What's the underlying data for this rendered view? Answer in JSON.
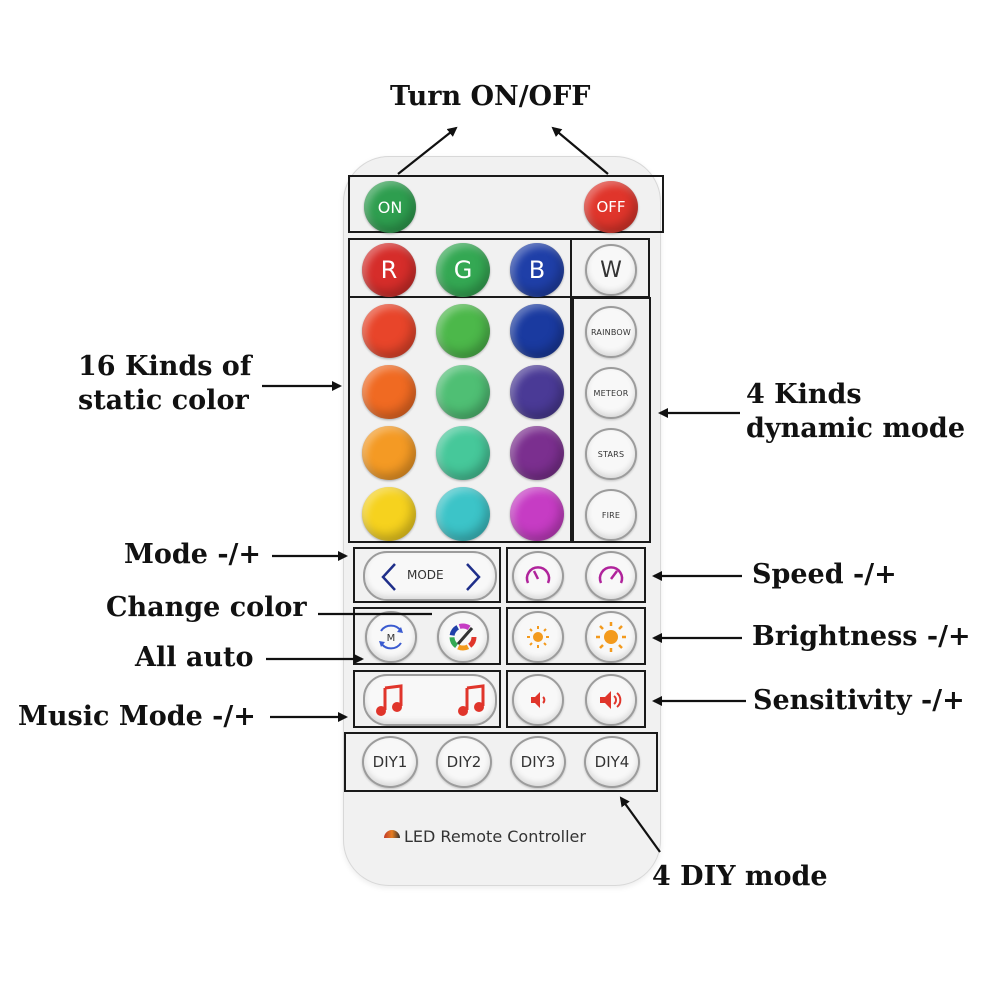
{
  "callouts": {
    "power": "Turn ON/OFF",
    "static_color_line1": "16 Kinds of",
    "static_color_line2": "static color",
    "dynamic_line1": "4 Kinds",
    "dynamic_line2": "dynamic mode",
    "mode": "Mode -/+",
    "change_color": "Change color",
    "all_auto": "All auto",
    "music_mode": "Music Mode -/+",
    "speed": "Speed -/+",
    "brightness": "Brightness -/+",
    "sensitivity": "Sensitivity -/+",
    "diy": "4 DIY mode"
  },
  "remote": {
    "on_label": "ON",
    "off_label": "OFF",
    "r_label": "R",
    "g_label": "G",
    "b_label": "B",
    "w_label": "W",
    "dynamic_modes": [
      "RAINBOW",
      "METEOR",
      "STARS",
      "FIRE"
    ],
    "mode_label": "MODE",
    "mode_m": "M",
    "diy_labels": [
      "DIY1",
      "DIY2",
      "DIY3",
      "DIY4"
    ],
    "footer": "LED Remote Controller"
  },
  "colors": {
    "on": "#2e9e4f",
    "off": "#e0352b",
    "r": "#d62d2a",
    "g": "#34a853",
    "b": "#1f3fa8",
    "grid": [
      [
        "#e8452a",
        "#4cb84a",
        "#1a3aa0"
      ],
      [
        "#f06a22",
        "#4fbf74",
        "#4a3a96"
      ],
      [
        "#f49a24",
        "#46c89a",
        "#7b2f8f"
      ],
      [
        "#f6d21e",
        "#3cc4c8",
        "#c63cc4"
      ]
    ],
    "accent_purple": "#b0239b",
    "accent_orange": "#f39a1d",
    "accent_red": "#e0352b"
  }
}
